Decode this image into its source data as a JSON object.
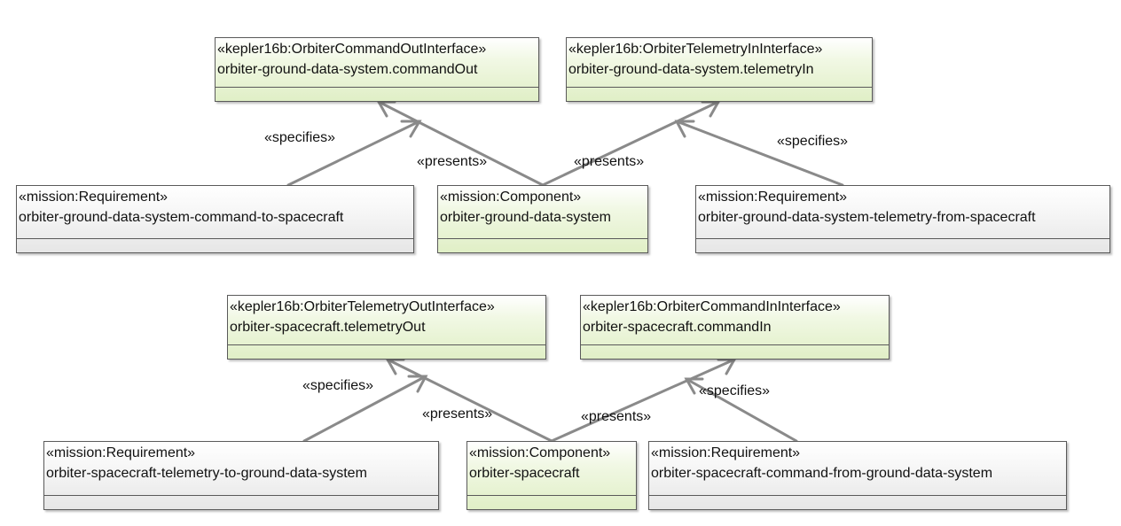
{
  "nodes": [
    {
      "id": "gds-cmdout",
      "stereotype": "«kepler16b:OrbiterCommandOutInterface»",
      "name": "orbiter-ground-data-system.commandOut",
      "kind": "interface"
    },
    {
      "id": "gds-telin",
      "stereotype": "«kepler16b:OrbiterTelemetryInInterface»",
      "name": "orbiter-ground-data-system.telemetryIn",
      "kind": "interface"
    },
    {
      "id": "req-gds-cmd",
      "stereotype": "«mission:Requirement»",
      "name": "orbiter-ground-data-system-command-to-spacecraft",
      "kind": "requirement"
    },
    {
      "id": "comp-gds",
      "stereotype": "«mission:Component»",
      "name": "orbiter-ground-data-system",
      "kind": "component"
    },
    {
      "id": "req-gds-tel",
      "stereotype": "«mission:Requirement»",
      "name": "orbiter-ground-data-system-telemetry-from-spacecraft",
      "kind": "requirement"
    },
    {
      "id": "sc-telout",
      "stereotype": "«kepler16b:OrbiterTelemetryOutInterface»",
      "name": "orbiter-spacecraft.telemetryOut",
      "kind": "interface"
    },
    {
      "id": "sc-cmdin",
      "stereotype": "«kepler16b:OrbiterCommandInInterface»",
      "name": "orbiter-spacecraft.commandIn",
      "kind": "interface"
    },
    {
      "id": "req-sc-tel",
      "stereotype": "«mission:Requirement»",
      "name": "orbiter-spacecraft-telemetry-to-ground-data-system",
      "kind": "requirement"
    },
    {
      "id": "comp-sc",
      "stereotype": "«mission:Component»",
      "name": "orbiter-spacecraft",
      "kind": "component"
    },
    {
      "id": "req-sc-cmd",
      "stereotype": "«mission:Requirement»",
      "name": "orbiter-spacecraft-command-from-ground-data-system",
      "kind": "requirement"
    }
  ],
  "edges": [
    {
      "from": "req-gds-cmd",
      "to": "gds-cmdout",
      "label": "«specifies»"
    },
    {
      "from": "comp-gds",
      "to": "gds-cmdout",
      "label": "«presents»"
    },
    {
      "from": "comp-gds",
      "to": "gds-telin",
      "label": "«presents»"
    },
    {
      "from": "req-gds-tel",
      "to": "gds-telin",
      "label": "«specifies»"
    },
    {
      "from": "req-sc-tel",
      "to": "sc-telout",
      "label": "«specifies»"
    },
    {
      "from": "comp-sc",
      "to": "sc-telout",
      "label": "«presents»"
    },
    {
      "from": "comp-sc",
      "to": "sc-cmdin",
      "label": "«presents»"
    },
    {
      "from": "req-sc-cmd",
      "to": "sc-cmdin",
      "label": "«specifies»"
    }
  ],
  "colors": {
    "interface_fill": "#e0efc6",
    "component_fill": "#e0efc6",
    "requirement_fill": "#e6e6e6",
    "line": "#8a8a8a",
    "border": "#5a5a5a"
  }
}
